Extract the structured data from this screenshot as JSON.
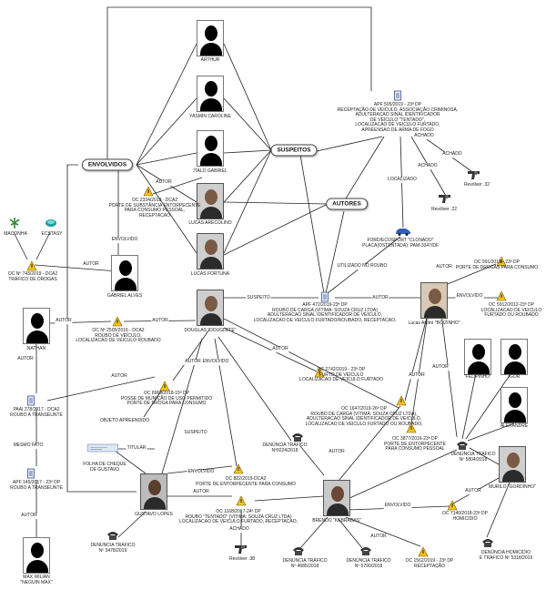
{
  "hubs": {
    "envolvidos": "ENVOLVIDOS",
    "suspeitos": "SUSPEITOS",
    "autores": "AUTORES"
  },
  "persons": {
    "arthur": "ARTHUR",
    "yasmin": "YASMIN CAROLINE",
    "italo": "ÍTALO GABRIEL",
    "lucas_arcolino": "LUCAS ARECOLINO",
    "lucas_fortuna": "LUCAS FORTUNA",
    "gabriel_alves": "GABRIEL ALVES",
    "nathan": "NATHAN",
    "douglas": "DOUGLAS \"DOUGLETE\"",
    "lucas_andre": "Lucas André \"BOIZINHO\"",
    "felipinho": "\"FELIPINHO\"",
    "igor": "IGOR",
    "alexandre": "ALEXANDRE",
    "murilo": "MURILO \"GORDINHO\"",
    "gustavo": "GUSTAVO LOPES",
    "brendo": "BRENDO \"KEBRADAS\"",
    "max": "MAX WILIAN\n\"NEGUIN MAX\""
  },
  "records": {
    "apf505": "APF 505/2019 - 23ª DP\nRECEPTAÇÃO DE VEÍCULO, ASSOCIAÇÃO CRIMINOSA,\nADULTERACAO SINAL IDENTIFICADOR\nDE VEÍCULO \"TENTADO\",\nLOCALIZACAO DE VEICULO FURTADO,\nAPREENSAO DE ARMA DE FOGO",
    "oc2334": "OC 2334/2018 - DCA2\nPORTE DE SUBSTÂNCIA ENTORPECENTE\nPARA CONSUMO PESSOAL,\nRECEPTACAO",
    "oc743": "OC Nº 743/2019 - DCA2\nTRÁFICO DE DROGAS",
    "oc991": "OC 991/2019 - 23ª DP\nPORTE DE DROGAS PARA CONSUMO",
    "oc5912": "OC 5912/2012-23ª DP\nLOCALIZACAO DE VEICULO\nFURTADO OU ROUBADO",
    "apf472": "APF 472/2019-23ª DP\nROUBO DE CARGA (VÍTIMA: SOUZA CRUZ LTDA)\nADULTERACAO SINAL IDENTIFICADOR DE VEÍCULO,\nLOCALIZACAO DE VEICULO FURTADO/ROUBADO, RECEPTACAO,",
    "oc2505": "OC Nº 2505/2016 - DCA2\nROUBO DE VEÍCULO,\nLOCALIZACAO DE VEICULO ROUBADO",
    "oc2742": "OC 2742/2019 - 23ª DP\nFURTO DE VEÍCULO\nLOCALIZACAO DE VEICULO FURTADO",
    "oc8969": "OC 8969/2018-15ª DP\nPOSSE DE MUNIÇÃO DE USO PERMITIDO\nPORTE DE DROGA PARA CONSUMO",
    "paai278": "PAAI 278/2017 - DCA2\nROUBO A TRANSEUNTE",
    "oc1647": "OC 1647/2019-26ª DP\nROUBO DE CARGA (VÍTIMA: SOUZA CRUZ LTDA),\nADULTERACAO SINAL IDENTIFICADOR DE VEICULO,\nLOCALIZACAO DE VEICULO FURTADO OU ROUBADO,",
    "oc3877": "OC 3877/2016-23ª DP\nPORTE DE ENTORPECENTE\nPARA CONSUMO PESSOAL",
    "apf145": "APF 145/2017 - 23ª DP\nROUBO A TRANSEUNTE",
    "oc822": "OC 822/2019-DCA2\nPORTE DE ENTORPECENTE PARA CONSUMO",
    "oc1168": "OC 1168/2017-24ª DP\nROUBO \"TENTADO\" (VÍTIMA: SOUZA CRUZ LTDA)\nLOCALIZACAO DE VEICULO FURTADO, RECEPTACAO,",
    "oc7140": "OC 7140/2018-23ª DP\nHOMICIDIO",
    "oc1562": "OC 1562/2019 - 23ª DP\nRECEPTAÇÃO"
  },
  "reports": {
    "df6024": "DENÚNCIA TRÁFICO\nNº6024/2018",
    "df5804": "DENÚNCIA TRÁFICO\nNº 5804/2018",
    "df3478": "DENÚNCIA TRÁFICO\nNº 3478/2019",
    "df4685": "DENÚNCIA TRÁFICO\nNº 4685/2018",
    "df5790": "DENÚNCIA TRÁFICO\nNº 5790/2018",
    "dh5318": "DENÚNCIA HOMICÍDIO\nE TRÁFICO Nº 5318/2019"
  },
  "items": {
    "vehicle": "FORD/ECOSPORT \"CLONADO\"\nPLACA(OSTENTADA): PAM-3347/DF",
    "revolver32": "Revólver .32",
    "revolver22": "Revólver .22",
    "revolver38": "Revólver .38",
    "maconha": "MACONHA",
    "ecstasy": "ECSTASY",
    "folha_cheque": "FOLHA DE CHEQUE\nDE GUSTAVO"
  },
  "edge_labels": {
    "autor": "AUTOR",
    "envolvido": "ENVOLVIDO",
    "suspeito": "SUSPEITO",
    "achado": "ACHADO",
    "localizado": "LOCALIZADO",
    "utilizado": "UTILIZADO NO ROUBO",
    "objeto": "OBJETO APREENDIDO",
    "mesmo_fato": "MESMO FATO",
    "titular": "TITULAR"
  },
  "colors": {
    "edge": "#222222",
    "warn_fill": "#f3c21b",
    "doc_fill": "#e9eef8",
    "doc_stroke": "#5a6fa8",
    "vehicle": "#2f5fb6",
    "cannabis": "#2f8a2f",
    "pill": "#1da0a0"
  },
  "icons": {
    "silhouette": "person-silhouette-icon",
    "photo": "person-photo-icon",
    "occurrence": "warning-triangle-icon",
    "document": "document-icon",
    "gun": "revolver-icon",
    "report": "telephone-icon",
    "vehicle": "car-icon",
    "cheque": "cheque-icon",
    "maconha": "cannabis-leaf-icon",
    "ecstasy": "pill-icon"
  }
}
